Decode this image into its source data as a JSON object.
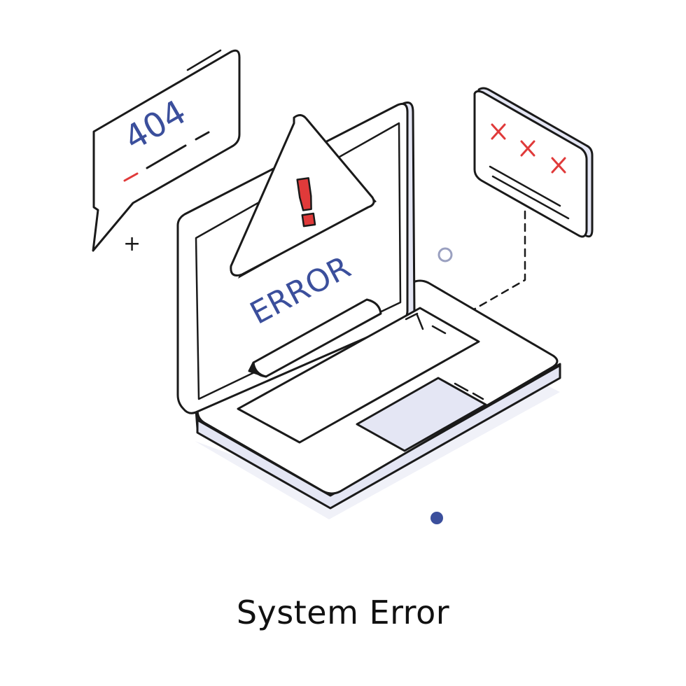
{
  "illustration": {
    "speech_bubble_code": "404",
    "screen_label": "ERROR",
    "error_marks": [
      "×",
      "×",
      "×"
    ],
    "plus_glyph": "+",
    "alert_symbol": "!"
  },
  "caption": "System Error",
  "colors": {
    "outline": "#1a1a1a",
    "accent_blue": "#3b4f9c",
    "accent_red": "#e03a3a",
    "fill_lavender": "#e4e6f4",
    "fill_dark": "#222222",
    "background": "#ffffff"
  }
}
